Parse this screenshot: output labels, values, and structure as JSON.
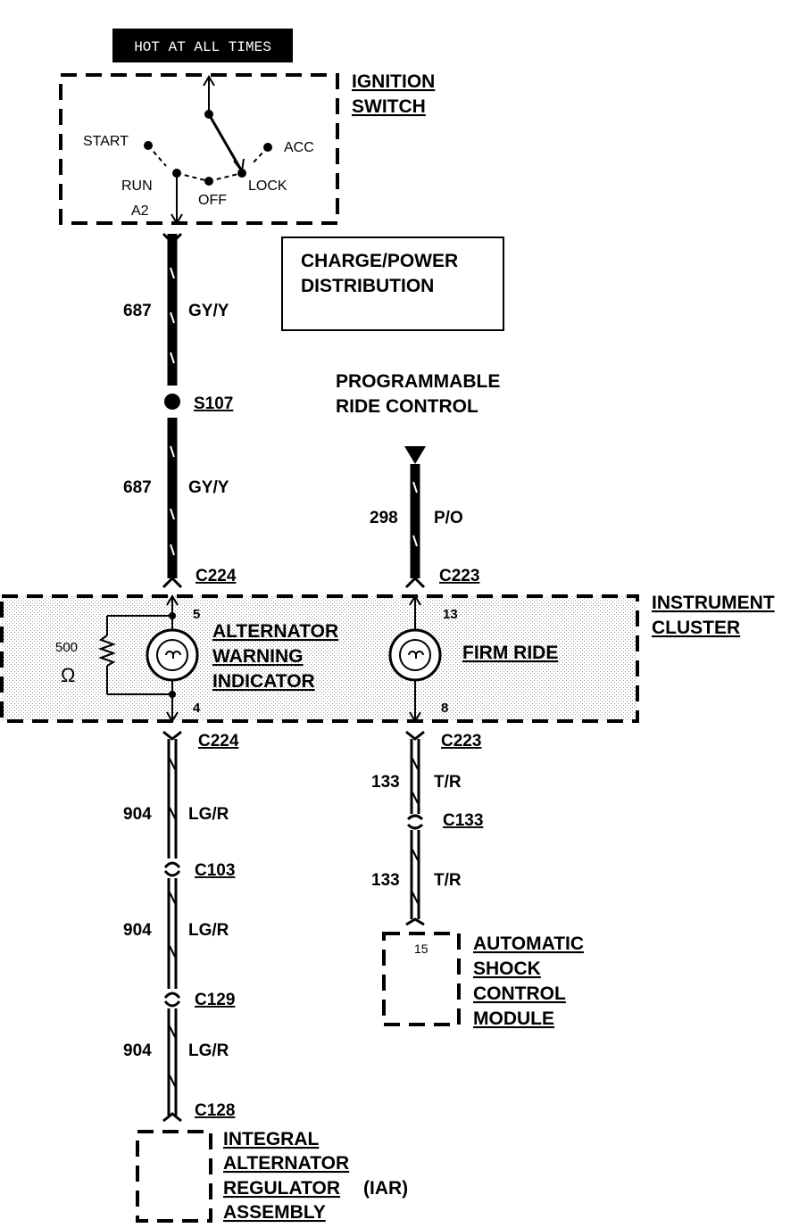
{
  "hot_label": "HOT AT ALL TIMES",
  "ignition": {
    "title_1": "IGNITION",
    "title_2": "SWITCH",
    "start": "START",
    "acc": "ACC",
    "run": "RUN",
    "off": "OFF",
    "lock": "LOCK",
    "a2": "A2"
  },
  "charge_box": {
    "line_1": "CHARGE/POWER",
    "line_2": "DISTRIBUTION"
  },
  "prc": {
    "line_1": "PROGRAMMABLE",
    "line_2": "RIDE CONTROL"
  },
  "wires": {
    "w687_a_num": "687",
    "w687_a_color": "GY/Y",
    "w687_b_num": "687",
    "w687_b_color": "GY/Y",
    "w298_num": "298",
    "w298_color": "P/O",
    "w904_a_num": "904",
    "w904_a_color": "LG/R",
    "w904_b_num": "904",
    "w904_b_color": "LG/R",
    "w904_c_num": "904",
    "w904_c_color": "LG/R",
    "w133_a_num": "133",
    "w133_a_color": "T/R",
    "w133_b_num": "133",
    "w133_b_color": "T/R"
  },
  "splice": "S107",
  "connectors": {
    "c224_top": "C224",
    "c223_top": "C223",
    "c224_bot": "C224",
    "c223_bot": "C223",
    "c103": "C103",
    "c129": "C129",
    "c128": "C128",
    "c133": "C133"
  },
  "cluster": {
    "title_1": "INSTRUMENT",
    "title_2": "CLUSTER",
    "pin_5": "5",
    "pin_4": "4",
    "pin_13": "13",
    "pin_8": "8",
    "resistor_value": "500",
    "resistor_unit": "Ω",
    "alt_1": "ALTERNATOR",
    "alt_2": "WARNING",
    "alt_3": "INDICATOR",
    "firm_ride": "FIRM RIDE"
  },
  "ascm": {
    "pin": "15",
    "line_1": "AUTOMATIC",
    "line_2": "SHOCK",
    "line_3": "CONTROL",
    "line_4": "MODULE"
  },
  "iar": {
    "line_1": "INTEGRAL",
    "line_2": "ALTERNATOR",
    "line_3": "REGULATOR",
    "line_3_suffix": "(IAR)",
    "line_4": "ASSEMBLY"
  }
}
